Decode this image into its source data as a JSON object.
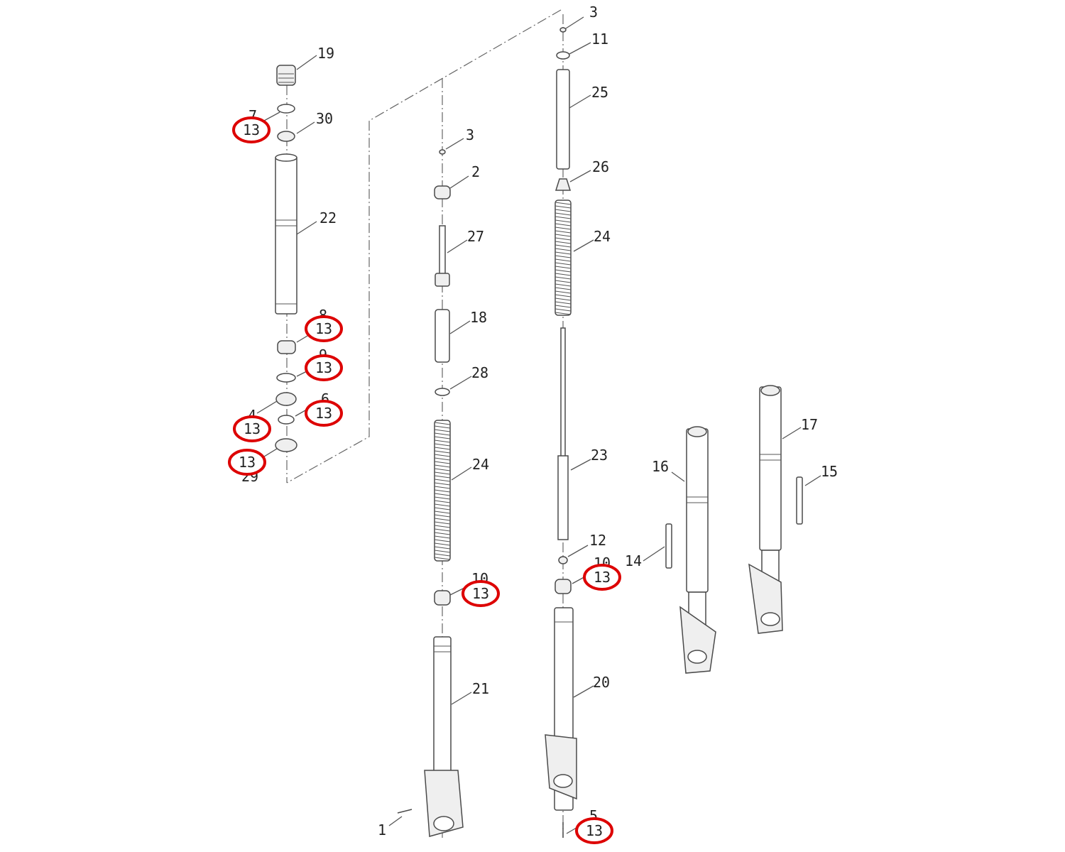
{
  "diagram": {
    "labels": {
      "l1": "1",
      "l2": "2",
      "l3a": "3",
      "l3b": "3",
      "l5": "5",
      "l6": "6",
      "l7": "7",
      "l8": "8",
      "l9": "9",
      "l10a": "10",
      "l10b": "10",
      "l11": "11",
      "l12": "12",
      "l14": "14",
      "l15": "15",
      "l16": "16",
      "l17": "17",
      "l18": "18",
      "l19": "19",
      "l20": "20",
      "l21": "21",
      "l22": "22",
      "l23": "23",
      "l24a": "24",
      "l24b": "24",
      "l25": "25",
      "l26": "26",
      "l27": "27",
      "l28": "28",
      "l29": "29",
      "l30": "30",
      "l4": "4"
    },
    "callouts": {
      "c1": "13",
      "c2": "13",
      "c3": "13",
      "c4": "13",
      "c5": "13",
      "c6": "13",
      "c7": "13",
      "c8": "13",
      "c9": "13"
    },
    "colors": {
      "callout_ring": "#dd0000",
      "line": "#4a4a4a",
      "background": "#ffffff"
    }
  }
}
